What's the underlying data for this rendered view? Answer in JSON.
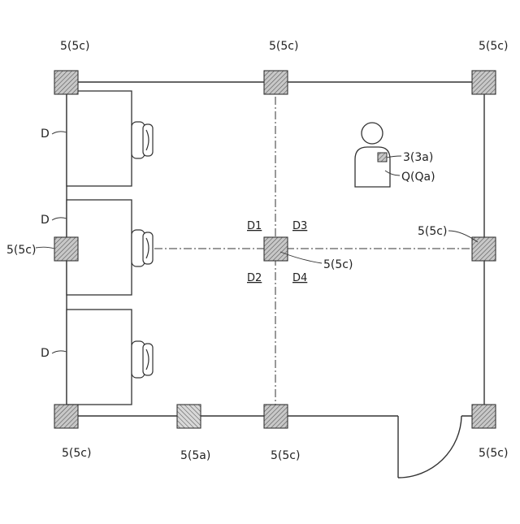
{
  "labels": {
    "sensor_5c": "5(5c)",
    "sensor_5a": "5(5a)",
    "desk": "D",
    "tag": "3(3a)",
    "person": "Q(Qa)",
    "zone_1": "D1",
    "zone_2": "D2",
    "zone_3": "D3",
    "zone_4": "D4"
  }
}
